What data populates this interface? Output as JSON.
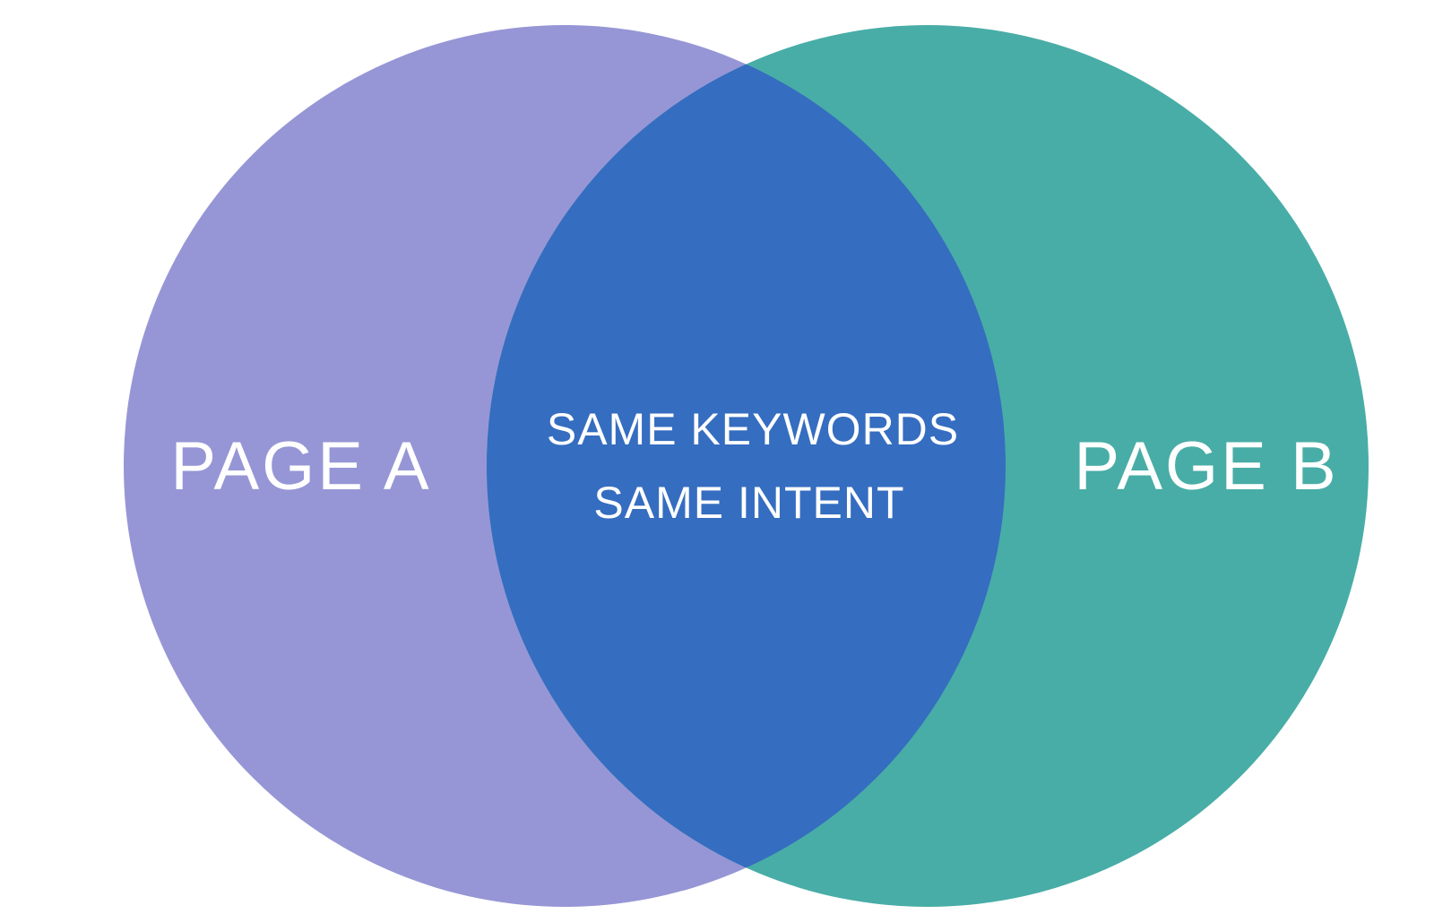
{
  "diagram": {
    "type": "venn",
    "sets": [
      {
        "key": "a",
        "label": "PAGE A",
        "color": "#9696d6"
      },
      {
        "key": "b",
        "label": "PAGE B",
        "color": "#48ada6"
      }
    ],
    "intersection": {
      "lines": [
        "SAME KEYWORDS",
        "SAME INTENT"
      ],
      "color": "#356dc0"
    }
  }
}
